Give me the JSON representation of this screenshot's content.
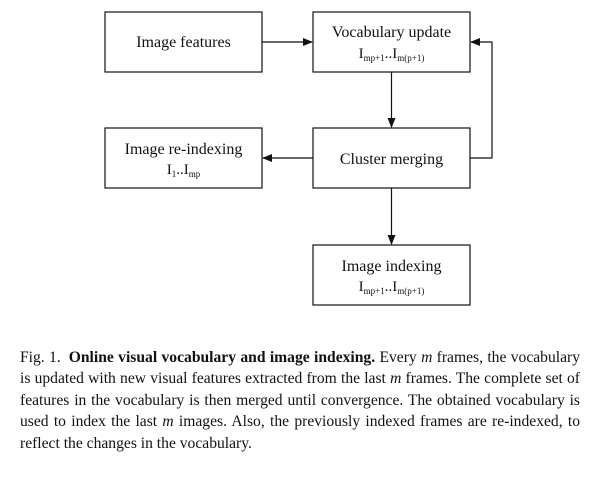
{
  "diagram": {
    "image_features": "Image features",
    "vocabulary_update": {
      "title": "Vocabulary update",
      "range_start": "I",
      "range_start_sub": "mp+1",
      "range_sep": "..",
      "range_end": "I",
      "range_end_sub": "m(p+1)"
    },
    "image_reindexing": {
      "title": "Image re-indexing",
      "range_start": "I",
      "range_start_sub": "1",
      "range_sep": "..",
      "range_end": "I",
      "range_end_sub": "mp"
    },
    "cluster_merging": "Cluster merging",
    "image_indexing": {
      "title": "Image indexing",
      "range_start": "I",
      "range_start_sub": "mp+1",
      "range_sep": "..",
      "range_end": "I",
      "range_end_sub": "m(p+1)"
    }
  },
  "caption": {
    "label": "Fig. 1.",
    "title": "Online visual vocabulary and image indexing.",
    "t1": " Every ",
    "m1": "m",
    "t2": " frames, the vocabulary is updated with new visual features extracted from the last ",
    "m2": "m",
    "t3": " frames. The complete set of features in the vocabulary is then merged until convergence. The obtained vocabulary is used to index the last ",
    "m3": "m",
    "t4": " images. Also, the previously indexed frames are re-indexed, to reflect the changes in the vocabulary."
  }
}
